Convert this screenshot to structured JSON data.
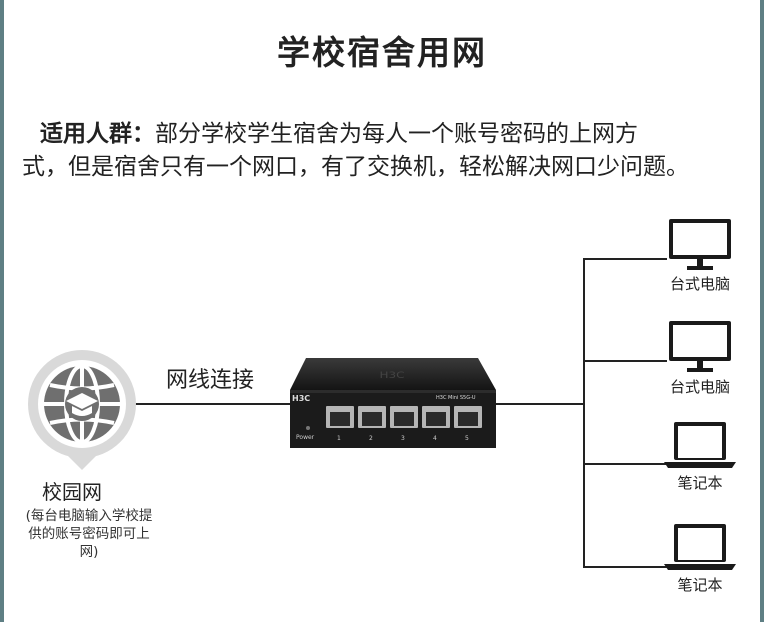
{
  "title": "学校宿舍用网",
  "description": {
    "label": "适用人群：",
    "line1_text": "部分学校学生宿舍为每人一个账号密码的上网方",
    "line2_text": "式，但是宿舍只有一个网口，有了交换机，轻松解决网口少问题。"
  },
  "campus": {
    "label": "校园网",
    "note": "(每台电脑输入学校提供的账号密码即可上网)"
  },
  "cable_label": "网线连接",
  "switch": {
    "brand": "H3C",
    "model": "H3C Mini S5G-U",
    "power_label": "Power",
    "ports": [
      "1",
      "2",
      "3",
      "4",
      "5"
    ]
  },
  "devices": [
    {
      "label": "台式电脑",
      "icon": "desktop-icon"
    },
    {
      "label": "台式电脑",
      "icon": "desktop-icon"
    },
    {
      "label": "笔记本",
      "icon": "laptop-icon"
    },
    {
      "label": "笔记本",
      "icon": "laptop-icon"
    }
  ],
  "colors": {
    "frame": "#5f7f84",
    "switch_body": "#1b1b1b",
    "campus_ring": "#d9d9d9",
    "campus_globe": "#777777"
  }
}
